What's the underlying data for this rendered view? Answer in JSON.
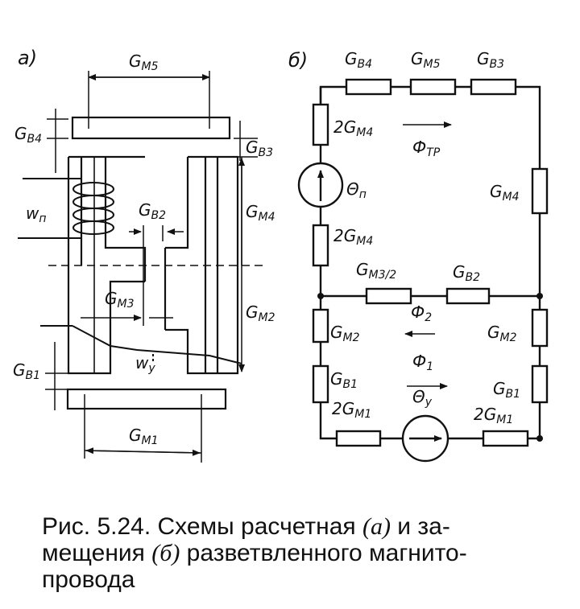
{
  "left": {
    "panel": "а)",
    "G_M5": "G",
    "G_M5_sub": "M5",
    "G_B4": "G",
    "G_B4_sub": "В4",
    "G_B3": "G",
    "G_B3_sub": "В3",
    "w_p": "w",
    "w_p_sub": "п",
    "G_B2": "G",
    "G_B2_sub": "В2",
    "G_M4": "G",
    "G_M4_sub": "М4",
    "G_M3": "G",
    "G_M3_sub": "М3",
    "G_M2": "G",
    "G_M2_sub": "М2",
    "w_y": "w",
    "w_y_sub": "у",
    "G_B1": "G",
    "G_B1_sub": "В1",
    "G_M1": "G",
    "G_M1_sub": "М1"
  },
  "right": {
    "panel": "б)",
    "top_B4": "G",
    "top_B4_sub": "В4",
    "top_M5": "G",
    "top_M5_sub": "М5",
    "top_B3": "G",
    "top_B3_sub": "В3",
    "left_2GM4a": "2G",
    "left_2GM4a_sub": "М4",
    "flux_tr": "Ф",
    "flux_tr_sub": "ТР",
    "theta_p": "Θ",
    "theta_p_sub": "п",
    "right_GM4": "G",
    "right_GM4_sub": "М4",
    "left_2GM4b": "2G",
    "left_2GM4b_sub": "М4",
    "mid_GM3": "G",
    "mid_GM3_sub": "М3/2",
    "mid_GB2": "G",
    "mid_GB2_sub": "В2",
    "flux_2": "Ф",
    "flux_2_sub": "2",
    "l_GM2": "G",
    "l_GM2_sub": "М2",
    "r_GM2": "G",
    "r_GM2_sub": "М2",
    "flux_1": "Ф",
    "flux_1_sub": "1",
    "l_GB1": "G",
    "l_GB1_sub": "В1",
    "theta_y": "Θ",
    "theta_y_sub": "у",
    "r_GB1": "G",
    "r_GB1_sub": "В1",
    "b_2GM1a": "2G",
    "b_2GM1a_sub": "М1",
    "b_2GM1b": "2G",
    "b_2GM1b_sub": "М1"
  },
  "caption": {
    "line1_a": "Рис. 5.24. Схемы расчетная ",
    "line1_b": "(а)",
    "line1_c": " и за-",
    "line2_a": "мещения ",
    "line2_b": "(б)",
    "line2_c": " разветвленного магнито-",
    "line3": "провода"
  }
}
